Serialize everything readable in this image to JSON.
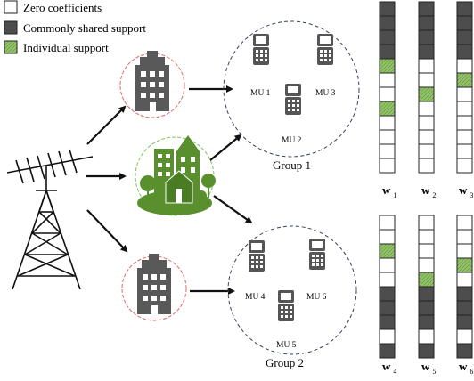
{
  "legend": [
    {
      "kind": "zero",
      "label": "Zero coefficients"
    },
    {
      "kind": "common",
      "label": "Commonly shared support"
    },
    {
      "kind": "individual",
      "label": "Individual support"
    }
  ],
  "colors": {
    "zero": "#ffffff",
    "common": "#4d4d4d",
    "individual": "#92c56a",
    "outline": "#222222",
    "building": "#595959",
    "buildingRing": "#e06666",
    "park": "#5a8f2e",
    "parkRing": "#7fc35a",
    "groupRing": "#34405a"
  },
  "groups": [
    {
      "label": "Group 1",
      "users": [
        "MU 1",
        "MU 2",
        "MU 3"
      ]
    },
    {
      "label": "Group 2",
      "users": [
        "MU 4",
        "MU 5",
        "MU 6"
      ]
    }
  ],
  "vectors": {
    "group1": [
      {
        "symbol": "w",
        "index": "1",
        "cells": [
          "common",
          "common",
          "common",
          "common",
          "individual",
          "zero",
          "zero",
          "individual",
          "zero",
          "zero",
          "zero",
          "zero"
        ]
      },
      {
        "symbol": "w",
        "index": "2",
        "cells": [
          "common",
          "common",
          "common",
          "common",
          "zero",
          "zero",
          "individual",
          "zero",
          "zero",
          "zero",
          "zero",
          "zero"
        ]
      },
      {
        "symbol": "w",
        "index": "3",
        "cells": [
          "common",
          "common",
          "common",
          "common",
          "zero",
          "individual",
          "zero",
          "zero",
          "zero",
          "zero",
          "zero",
          "zero"
        ]
      }
    ],
    "group2": [
      {
        "symbol": "w",
        "index": "4",
        "cells": [
          "zero",
          "zero",
          "individual",
          "zero",
          "zero",
          "common",
          "common",
          "common",
          "zero",
          "common"
        ]
      },
      {
        "symbol": "w",
        "index": "5",
        "cells": [
          "zero",
          "zero",
          "zero",
          "zero",
          "individual",
          "common",
          "common",
          "common",
          "zero",
          "common"
        ]
      },
      {
        "symbol": "w",
        "index": "6",
        "cells": [
          "zero",
          "zero",
          "zero",
          "individual",
          "zero",
          "common",
          "common",
          "common",
          "zero",
          "common"
        ]
      }
    ]
  },
  "icons": {
    "tower": "antenna-tower-icon",
    "building": "office-building-icon",
    "park": "green-city-icon",
    "phone": "mobile-phone-icon",
    "arrow": "arrow-icon"
  }
}
